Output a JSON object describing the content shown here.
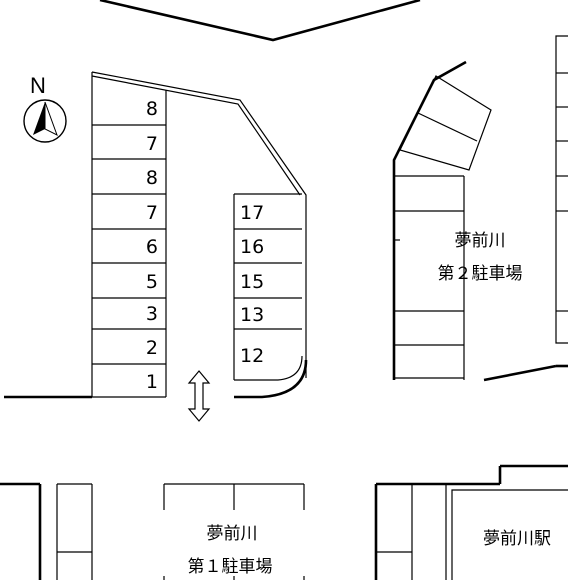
{
  "compass": {
    "letter": "N",
    "icon": "north-arrow-icon"
  },
  "left_spaces": [
    "8",
    "7",
    "8",
    "7",
    "6",
    "5",
    "3",
    "2",
    "1"
  ],
  "right_spaces": [
    "17",
    "16",
    "15",
    "13",
    "12"
  ],
  "lot2": {
    "name": "夢前川",
    "sub": "第２駐車場"
  },
  "lot1": {
    "name": "夢前川",
    "sub": "第１駐車場"
  },
  "station": {
    "name": "夢前川駅"
  },
  "entrance": {
    "icon": "double-arrow-icon"
  }
}
